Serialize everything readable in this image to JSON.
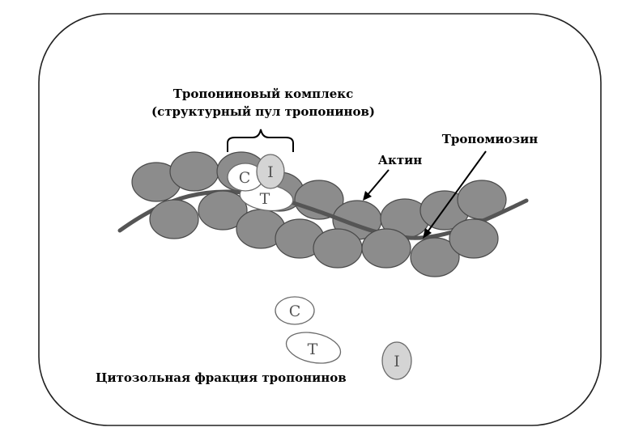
{
  "labels": {
    "complex_line1": "Тропониновый комплекс",
    "complex_line2": "(структурный пул тропонинов)",
    "actin": "Актин",
    "tropomyosin": "Тропомиозин",
    "cytosolic": "Цитозольная фракция тропонинов"
  },
  "subunits": {
    "c": "C",
    "i": "I",
    "t": "T"
  },
  "colors": {
    "actin_fill": "#8c8c8c",
    "tropomyosin": "#555555",
    "troponin_light": "#ffffff",
    "troponin_grey": "#d4d4d4"
  }
}
